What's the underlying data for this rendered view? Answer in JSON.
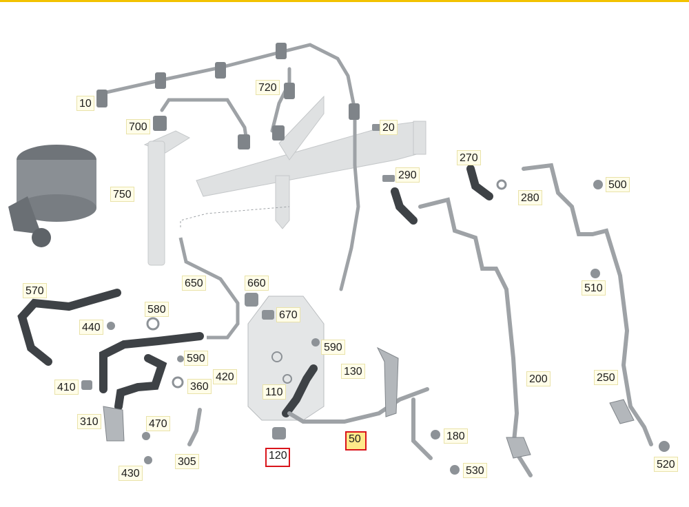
{
  "theme": {
    "accent": "#f2c200",
    "highlight": "#d9141b",
    "label_bg": "#fffde9",
    "pipe": "#9ea2a6",
    "hose": "#3e4246",
    "ghost": "#dcdedf"
  },
  "callouts": [
    {
      "id": "10",
      "text": "10"
    },
    {
      "id": "20",
      "text": "20"
    },
    {
      "id": "50",
      "text": "50"
    },
    {
      "id": "110",
      "text": "110"
    },
    {
      "id": "120",
      "text": "120"
    },
    {
      "id": "130",
      "text": "130"
    },
    {
      "id": "180",
      "text": "180"
    },
    {
      "id": "200",
      "text": "200"
    },
    {
      "id": "250",
      "text": "250"
    },
    {
      "id": "270",
      "text": "270"
    },
    {
      "id": "280",
      "text": "280"
    },
    {
      "id": "290",
      "text": "290"
    },
    {
      "id": "305",
      "text": "305"
    },
    {
      "id": "310",
      "text": "310"
    },
    {
      "id": "360",
      "text": "360"
    },
    {
      "id": "410",
      "text": "410"
    },
    {
      "id": "420",
      "text": "420"
    },
    {
      "id": "430",
      "text": "430"
    },
    {
      "id": "440",
      "text": "440"
    },
    {
      "id": "470",
      "text": "470"
    },
    {
      "id": "500",
      "text": "500"
    },
    {
      "id": "510",
      "text": "510"
    },
    {
      "id": "520",
      "text": "520"
    },
    {
      "id": "530",
      "text": "530"
    },
    {
      "id": "570",
      "text": "570"
    },
    {
      "id": "580",
      "text": "580"
    },
    {
      "id": "590a",
      "text": "590"
    },
    {
      "id": "590b",
      "text": "590"
    },
    {
      "id": "650",
      "text": "650"
    },
    {
      "id": "660",
      "text": "660"
    },
    {
      "id": "670",
      "text": "670"
    },
    {
      "id": "700",
      "text": "700"
    },
    {
      "id": "720",
      "text": "720"
    },
    {
      "id": "750",
      "text": "750"
    }
  ]
}
